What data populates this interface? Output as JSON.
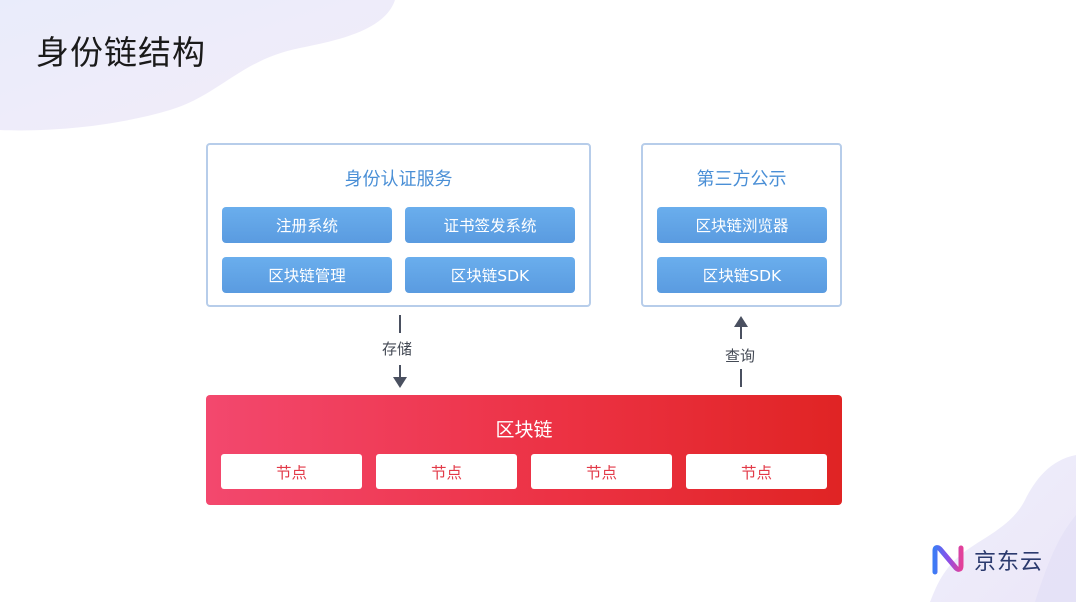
{
  "title": "身份链结构",
  "identity_service": {
    "title": "身份认证服务",
    "buttons": [
      "注册系统",
      "证书签发系统",
      "区块链管理",
      "区块链SDK"
    ]
  },
  "third_party": {
    "title": "第三方公示",
    "buttons": [
      "区块链浏览器",
      "区块链SDK"
    ]
  },
  "flows": {
    "store_label": "存储",
    "query_label": "查询"
  },
  "blockchain": {
    "title": "区块链",
    "nodes": [
      "节点",
      "节点",
      "节点",
      "节点"
    ]
  },
  "logo": {
    "text": "京东云"
  },
  "colors": {
    "panel_border": "#b7cdea",
    "panel_title": "#4a8fd6",
    "button_blue": "#5fa3e6",
    "chain_red": "#e8303e",
    "node_text": "#e23a48"
  }
}
